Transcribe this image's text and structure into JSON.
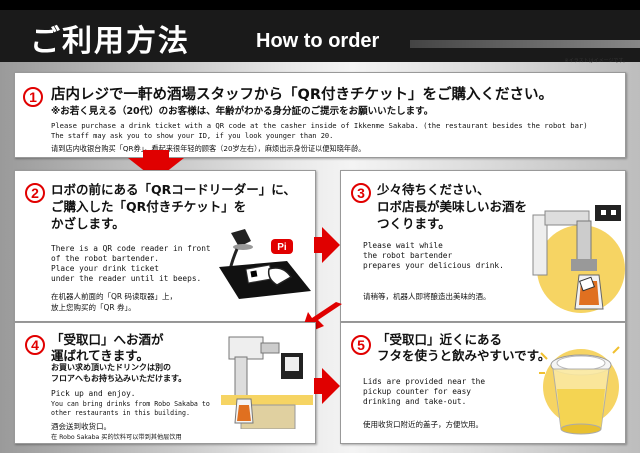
{
  "header": {
    "title_jp": "ご利用方法",
    "title_en": "How to order",
    "note": "※イラストはイメージです。"
  },
  "steps": [
    {
      "number": "1",
      "title": "店内レジで一軒め酒場スタッフから「QR付きチケット」をご購入ください。",
      "subtitle": "※お若く見える（20代）のお客様は、年齢がわかる身分証のご提示をお願いいたします。",
      "en_line1": "Please purchase a drink ticket with a QR code at the casher inside of Ikkenme Sakaba. (the restaurant besides the robot bar)",
      "en_line2": "The staff may ask you to show your ID, if you look younger than 20.",
      "cn": "请到店内收银台购买「QR券」。看起来很年轻的顾客（20岁左右），麻烦出示身份证以便知晓年龄。"
    },
    {
      "number": "2",
      "title_l1": "ロボの前にある「QRコードリーダー」に、",
      "title_l2": "ご購入した「QR付きチケット」を",
      "title_l3": "かざします。",
      "en_l1": "There is a QR code reader in front",
      "en_l2": "of the robot bartender.",
      "en_l3": "Place your drink ticket",
      "en_l4": "under the reader until it beeps.",
      "cn_l1": "在机器人前面的「QR 码读取器」上，",
      "cn_l2": "放上您购买的「QR 券」。",
      "pi": "Pi"
    },
    {
      "number": "3",
      "title_l1": "少々待ちください、",
      "title_l2": "ロボ店長が美味しいお酒を",
      "title_l3": "つくります。",
      "en_l1": "Please wait while",
      "en_l2": "the robot bartender",
      "en_l3": "prepares your delicious drink.",
      "cn": "请稍等，机器人即将酿造出美味的酒。"
    },
    {
      "number": "4",
      "title_l1": "「受取口」へお酒が",
      "title_l2": "運ばれてきます。",
      "sub_l1": "お買い求め頂いたドリンクは別の",
      "sub_l2": "フロアへもお持ち込みいただけます。",
      "en_l1": "Pick up and enjoy.",
      "en_l2": "You can bring drinks from Robo Sakaba to",
      "en_l3": "other restaurants in this building.",
      "cn_l1": "酒会送到收货口。",
      "cn_l2": "在 Robo Sakaba 买的饮料可以带到其他层饮用"
    },
    {
      "number": "5",
      "title_l1": "「受取口」近くにある",
      "title_l2": "フタを使うと飲みやすいです。",
      "en_l1": "Lids are provided near the",
      "en_l2": "pickup counter for easy",
      "en_l3": "drinking and take-out.",
      "cn": "使用收货口附近的盖子，方便饮用。"
    }
  ],
  "colors": {
    "accent": "#e10000",
    "header_bg": "#1a1a1a"
  }
}
